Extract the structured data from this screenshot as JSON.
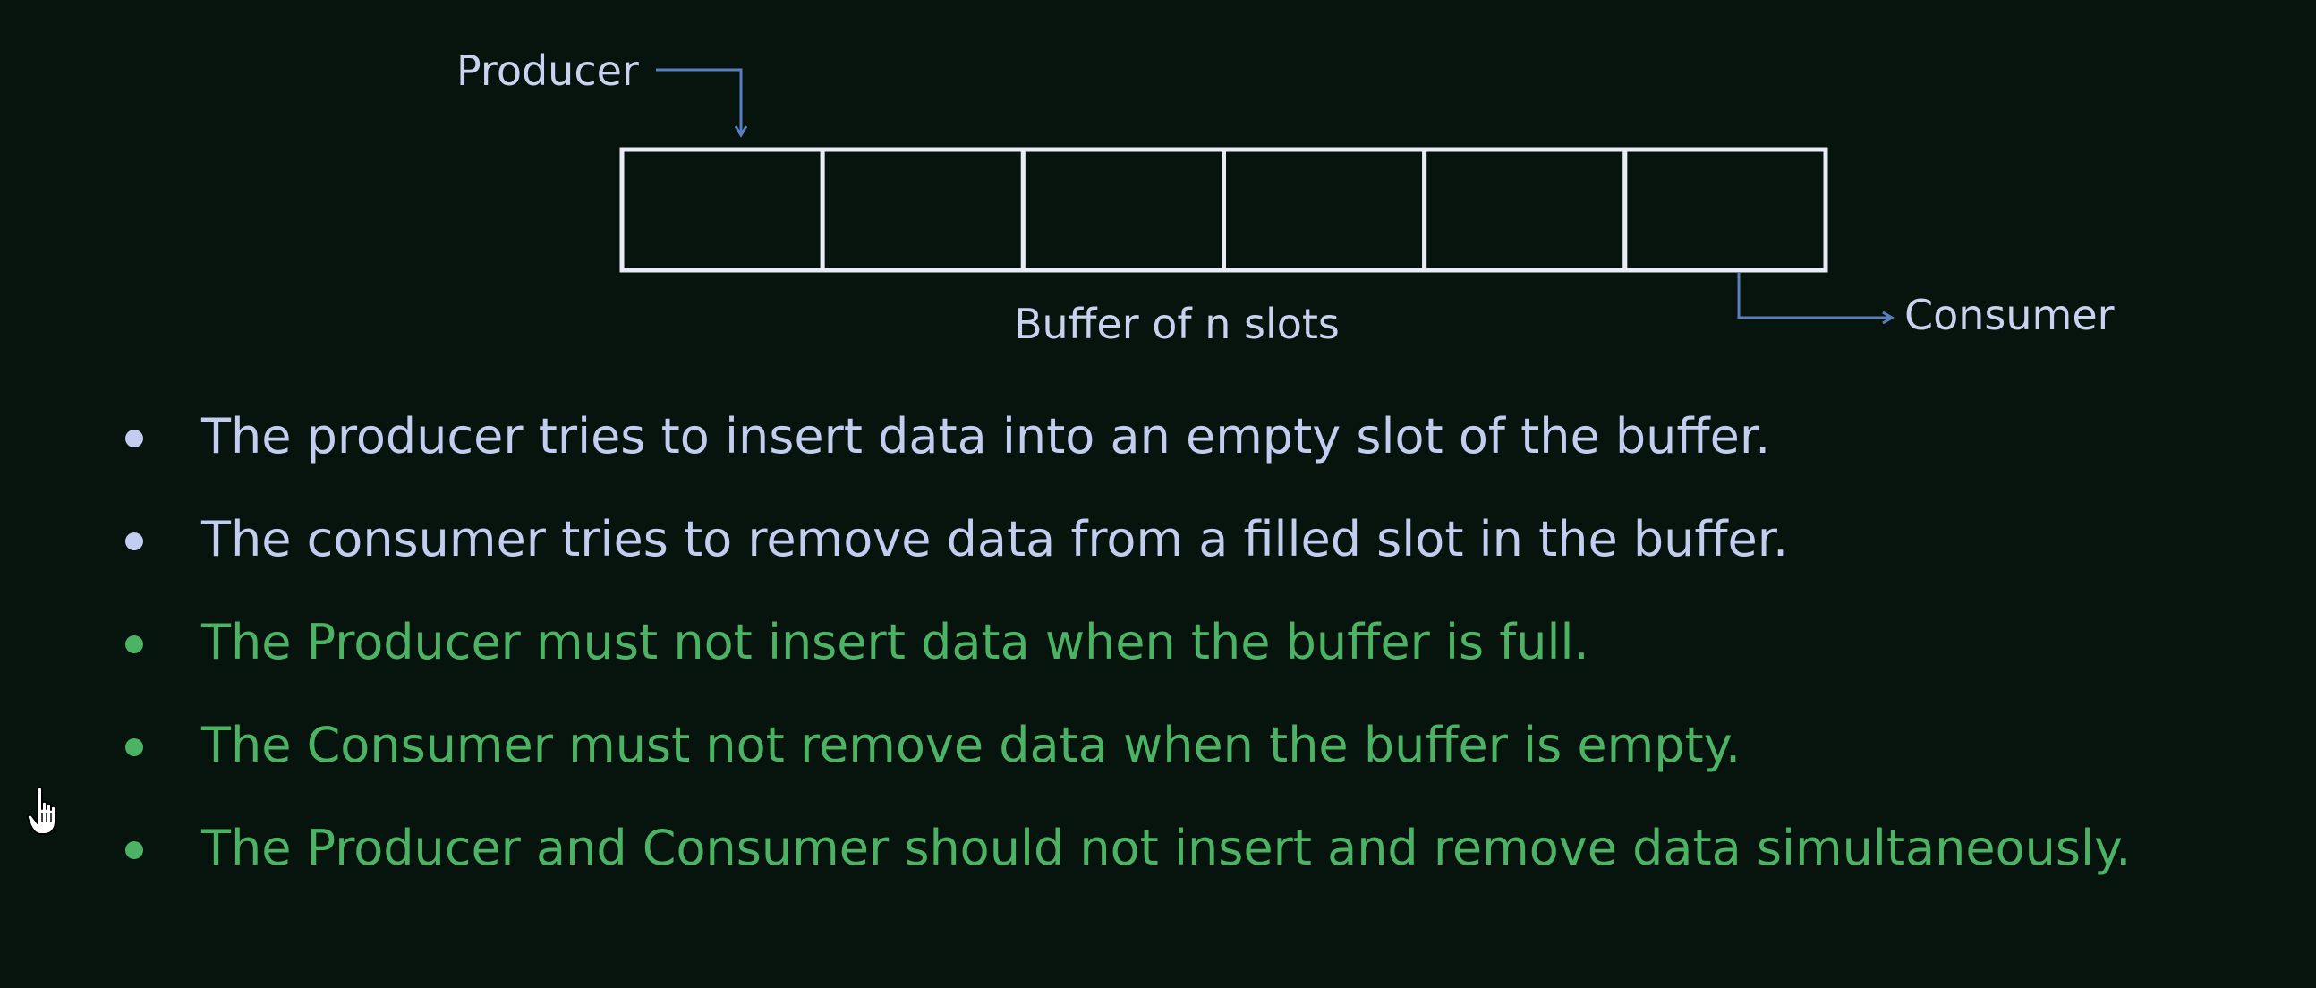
{
  "diagram": {
    "producer_label": "Producer",
    "consumer_label": "Consumer",
    "buffer_caption": "Buffer of n slots",
    "slot_count": 6,
    "colors": {
      "label": "#c9d3f0",
      "arrow": "#5a7fc0",
      "buffer_border": "#e8ecf4"
    }
  },
  "bullets": [
    {
      "text": "The producer tries to insert data into an empty slot of the buffer.",
      "color": "lavender"
    },
    {
      "text": "The consumer tries to remove data from a filled slot in the buffer.",
      "color": "lavender"
    },
    {
      "text": "The Producer must not insert data when the buffer is full.",
      "color": "green"
    },
    {
      "text": "The Consumer must not remove data when the buffer is empty.",
      "color": "green"
    },
    {
      "text": "The Producer and Consumer should not insert and remove data simultaneously.",
      "color": "green"
    }
  ],
  "colors": {
    "background": "#07130d",
    "lavender": "#c2cdef",
    "green": "#4cb365"
  },
  "icons": {
    "cursor": "hand-pointer-icon"
  }
}
